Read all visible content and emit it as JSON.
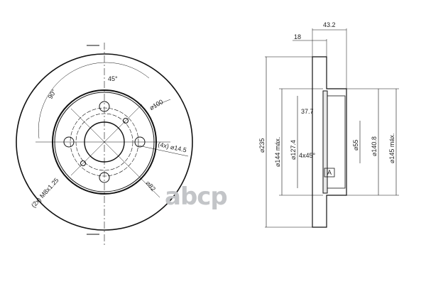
{
  "front_view": {
    "angle_90": "90°",
    "angle_45": "45°",
    "dia_100": "⌀100",
    "holes": "(4x) ⌀14.5",
    "dia_82": "⌀82",
    "thread": "(2x) M8x1.25"
  },
  "side_view": {
    "width_total": "43.2",
    "thickness": "18",
    "dia_235": "⌀235",
    "dia_144": "⌀144 máx.",
    "dia_127": "⌀127.4",
    "dim_37": "37.7",
    "chamfer": "4x45°",
    "dia_55": "⌀55",
    "dia_140": "⌀140.8",
    "dia_145": "⌀145 máx.",
    "label_a": "A"
  },
  "watermark": "abcp"
}
